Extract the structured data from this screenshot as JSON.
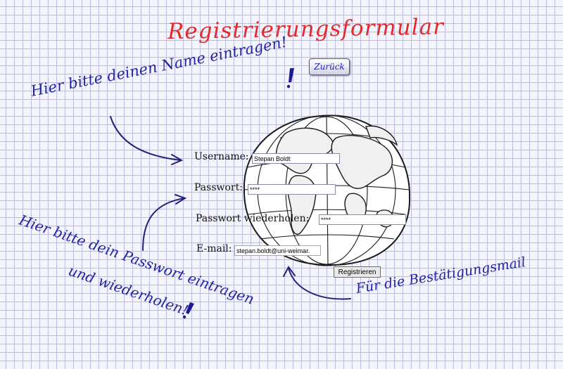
{
  "page": {
    "title": "Registrierungsformular",
    "back_label": "Zurück"
  },
  "annotations": {
    "name_hint": "Hier bitte deinen Name eintragen!",
    "password_hint_line1": "Hier bitte dein Passwort eintragen",
    "password_hint_line2": "und wiederholen!",
    "email_hint": "Für die Bestätigungsmail"
  },
  "form": {
    "username_label": "Username:",
    "username_value": "Stepan Boldt",
    "password_label": "Passwort:",
    "password_value": "****",
    "password_repeat_label": "Passwort wiederholen:",
    "password_repeat_value": "****",
    "email_label": "E-mail:",
    "email_value": "stepan.boldt@uni-weimar.",
    "submit_label": "Registrieren"
  },
  "colors": {
    "title": "#e42a2a",
    "annotation_ink": "#2323a6",
    "grid_line": "#b9bbe2",
    "paper": "#f4f4fc"
  },
  "icons": [
    "globe-illustration",
    "arrow-to-username",
    "arrow-to-password",
    "arrow-to-email"
  ]
}
